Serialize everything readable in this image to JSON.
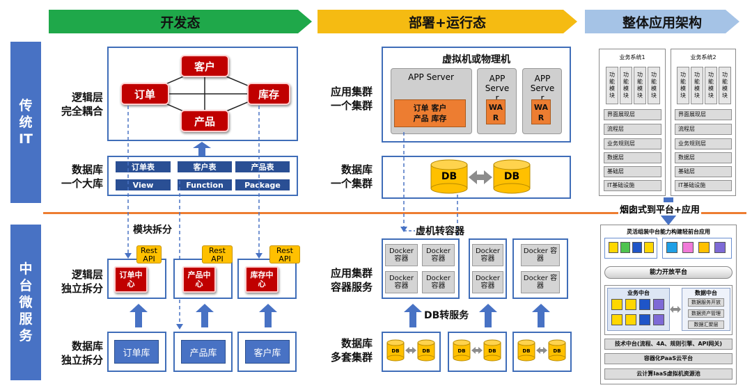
{
  "headers": {
    "dev": "开发态",
    "deploy": "部署+运行态",
    "arch": "整体应用架构"
  },
  "sidebar": {
    "traditional": "传统IT",
    "microservice": "中台微服务"
  },
  "dev": {
    "logic_label": [
      "逻辑层",
      "完全耦合"
    ],
    "db_label": [
      "数据库",
      "一个大库"
    ],
    "entities": {
      "customer": "客户",
      "order": "订单",
      "inventory": "库存",
      "product": "产品"
    },
    "db_tables": [
      "订单表",
      "客户表",
      "产品表",
      "View",
      "Function",
      "Package"
    ],
    "split_caption": "模块拆分",
    "logic_split_label": [
      "逻辑层",
      "独立拆分"
    ],
    "db_split_label": [
      "数据库",
      "独立拆分"
    ],
    "rest_api": "Rest API",
    "centers": [
      "订单中心",
      "产品中心",
      "库存中心"
    ],
    "dbs": [
      "订单库",
      "产品库",
      "客户库"
    ]
  },
  "deploy": {
    "cluster_label": [
      "应用集群",
      "一个集群"
    ],
    "db_cluster_label": [
      "数据库",
      "一个集群"
    ],
    "vm_title": "虚拟机或物理机",
    "app_server": "APP Server",
    "app_server_small": "APP Serve r",
    "coupled_modules": [
      "订单 客户",
      "产品 库存"
    ],
    "war": "WA R",
    "db": "DB",
    "vm_to_container": "虚机转容器",
    "container_label": [
      "应用集群",
      "容器服务"
    ],
    "docker": "Docker 容器",
    "db_to_service": "DB转服务",
    "multi_db_label": [
      "数据库",
      "多套集群"
    ]
  },
  "arch": {
    "sys1": "业务系统1",
    "sys2": "业务系统2",
    "module": "功能模块",
    "layers": [
      "界面展现层",
      "流程层",
      "业务规则层",
      "数据层",
      "基础层",
      "IT基础设施"
    ],
    "transition": "烟囱式到平台+应用",
    "platform_title": "灵活组装中台能力构建轻前台应用",
    "capability_platform": "能力开放平台",
    "biz_center": "业务中台",
    "data_center": "数据中台",
    "data_items": [
      "数据服务开放",
      "数据资产管理",
      "数据汇聚层"
    ],
    "tech_center": "技术中台(流程、4A、规则引擎、API网关)",
    "paas": "容器化PaaS云平台",
    "iaas": "云计算IaaS虚拟机资源池"
  },
  "colors": {
    "green": "#1fa84a",
    "yellow": "#f5bb12",
    "blue": "#4872c4",
    "red": "#c00000",
    "orange": "#ed7d31",
    "divider": "#ed7d31"
  }
}
